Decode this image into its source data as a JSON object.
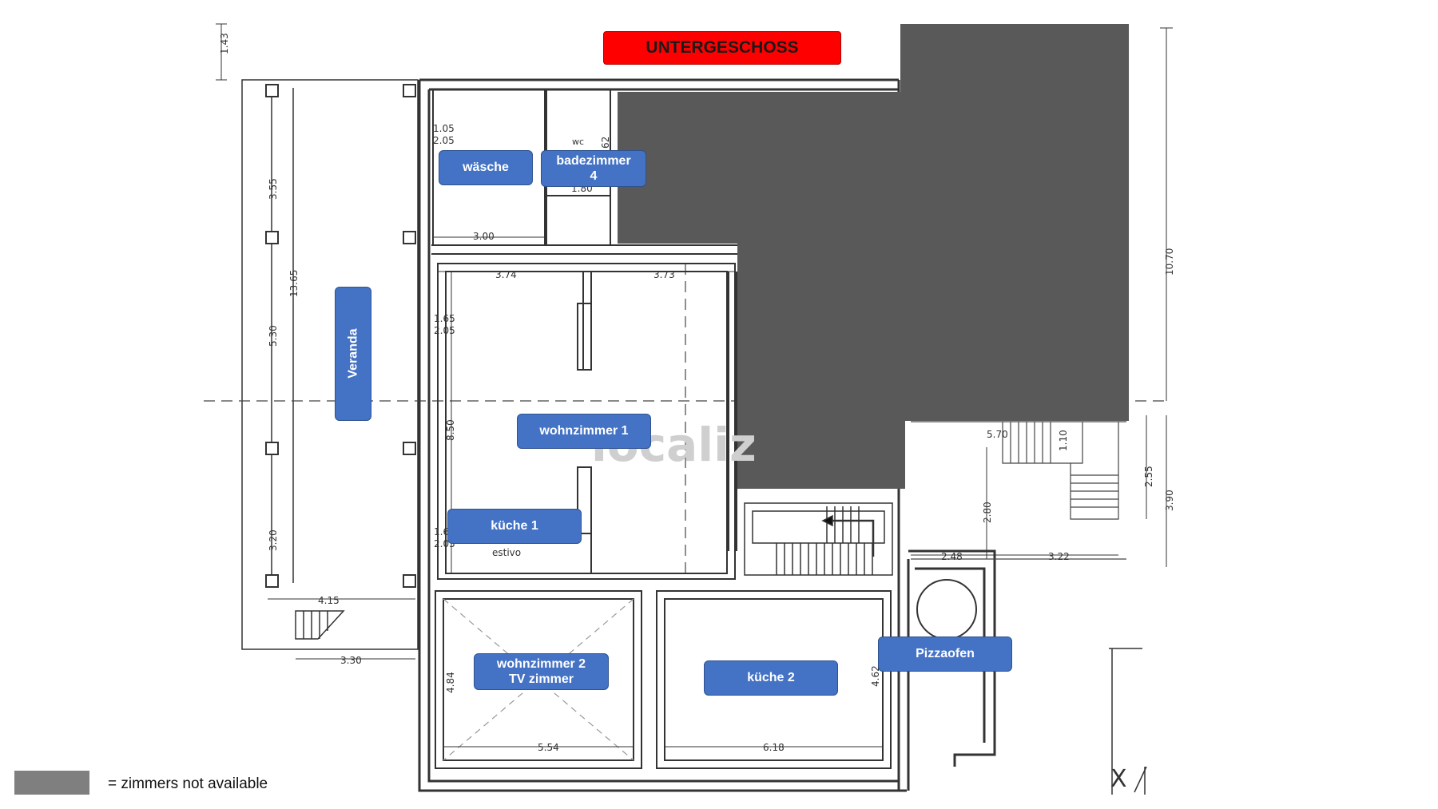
{
  "title": "UNTERGESCHOSS",
  "colors": {
    "title_bg": "#FF0000",
    "label_bg": "#4472C4",
    "unavailable": "#595959",
    "legend_swatch": "#7f7f7f",
    "wall": "#333333"
  },
  "rooms": {
    "waesche": "wäsche",
    "badezimmer_4": [
      "badezimmer",
      "4"
    ],
    "veranda": "Veranda",
    "wohnzimmer_1": "wohnzimmer 1",
    "kueche_1": "küche 1",
    "wohnzimmer_2": [
      "wohnzimmer 2",
      "TV zimmer"
    ],
    "kueche_2": "küche 2",
    "pizzaofen": "Pizzaofen"
  },
  "legend": {
    "text": "= zimmers not available"
  },
  "plan_text": {
    "wc": "wc",
    "estivo": "estivo",
    "watermark": "localiz",
    "compass": "X"
  },
  "dimensions": {
    "d_1_43": "1.43",
    "d_3_55": "3.55",
    "d_13_65": "13.65",
    "d_5_30": "5.30",
    "d_3_20": "3.20",
    "d_4_15": "4.15",
    "d_3_30": "3.30",
    "d_1_05": "1.05",
    "d_2_05a": "2.05",
    "d_3_00": "3.00",
    "d_62": "62",
    "d_1_80": "1.80",
    "d_3_74": "3.74",
    "d_3_73": "3.73",
    "d_1_65": "1.65",
    "d_2_05b": "2.05",
    "d_8_50": "8.50",
    "d_1_6": "1.6",
    "d_2_05c": "2.05",
    "d_4_84": "4.84",
    "d_5_54": "5.54",
    "d_6_18": "6.18",
    "d_4_62": "4.62",
    "d_10_70": "10.70",
    "d_5_70": "5.70",
    "d_1_10": "1.10",
    "d_2_55": "2.55",
    "d_3_90": "3.90",
    "d_2_80": "2.80",
    "d_2_48": "2.48",
    "d_3_22": "3.22"
  }
}
